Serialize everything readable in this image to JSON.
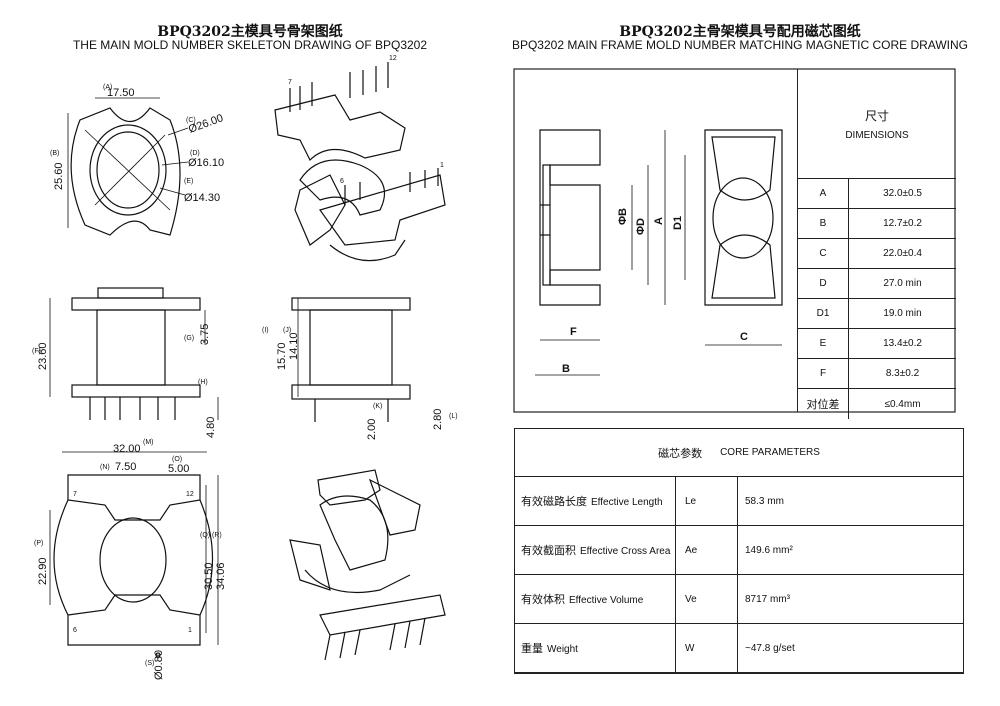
{
  "left": {
    "title_cn": "BPQ3202主模具号骨架图纸",
    "title_en": "THE MAIN MOLD NUMBER SKELETON DRAWING OF BPQ3202",
    "top_view": {
      "dim_a": "17.50",
      "tag_a": "(A)",
      "dim_b": "25.60",
      "tag_b": "(B)",
      "dim_c": "Ø26.00",
      "tag_c": "(C)",
      "dim_d": "Ø16.10",
      "tag_d": "(D)",
      "dim_e": "Ø14.30",
      "tag_e": "(E)"
    },
    "side_view": {
      "dim_f": "23.60",
      "tag_f": "(F)",
      "dim_g": "3.75",
      "tag_g": "(G)",
      "dim_h": "4.80",
      "tag_h": "(H)"
    },
    "front_view": {
      "dim_i": "15.70",
      "tag_i": "(I)",
      "dim_j": "14.10",
      "tag_j": "(J)",
      "dim_k": "2.00",
      "tag_k": "(K)",
      "dim_l": "2.80",
      "tag_l": "(L)"
    },
    "bottom_view": {
      "dim_m": "32.00",
      "tag_m": "(M)",
      "dim_n": "7.50",
      "tag_n": "(N)",
      "dim_o": "5.00",
      "tag_o": "(O)",
      "dim_p": "22.90",
      "tag_p": "(P)",
      "dim_q": "30.50",
      "tag_q": "(Q)",
      "dim_r": "34.06",
      "tag_r": "(R)",
      "dim_s": "Ø0.80",
      "tag_s": "(S)",
      "pin_7": "7",
      "pin_12": "12",
      "pin_6": "6",
      "pin_1": "1"
    },
    "iso_top": {
      "pin_7": "7",
      "pin_12": "12",
      "pin_6": "6",
      "pin_1": "1"
    }
  },
  "right": {
    "title_cn": "BPQ3202主骨架模具号配用磁芯图纸",
    "title_en": "BPQ3202 MAIN FRAME MOLD NUMBER MATCHING MAGNETIC CORE DRAWING",
    "drawing_labels": {
      "b": "ΦB",
      "d": "ΦD",
      "a": "A",
      "d1": "D1",
      "f": "F",
      "bb": "B",
      "c": "C"
    },
    "dimensions": {
      "header_cn": "尺寸",
      "header_en": "DIMENSIONS",
      "rows": [
        {
          "key": "A",
          "value": "32.0±0.5"
        },
        {
          "key": "B",
          "value": "12.7±0.2"
        },
        {
          "key": "C",
          "value": "22.0±0.4"
        },
        {
          "key": "D",
          "value": "27.0 min"
        },
        {
          "key": "D1",
          "value": "19.0 min"
        },
        {
          "key": "E",
          "value": "13.4±0.2"
        },
        {
          "key": "F",
          "value": "8.3±0.2"
        }
      ],
      "tolerance_cn": "对位差",
      "tolerance_value": "≤0.4mm"
    },
    "core_params": {
      "header_cn": "磁芯参数",
      "header_en": "CORE PARAMETERS",
      "rows": [
        {
          "label_cn": "有效磁路长度",
          "label_en": "Effective Length",
          "symbol": "Le",
          "value": "58.3 mm"
        },
        {
          "label_cn": "有效截面积",
          "label_en": "Effective Cross Area",
          "symbol": "Ae",
          "value": "149.6 mm²"
        },
        {
          "label_cn": "有效体积",
          "label_en": "Effective Volume",
          "symbol": "Ve",
          "value": "8717 mm³"
        },
        {
          "label_cn": "重量",
          "label_en": "Weight",
          "symbol": "W",
          "value": "~47.8 g/set"
        }
      ]
    }
  }
}
